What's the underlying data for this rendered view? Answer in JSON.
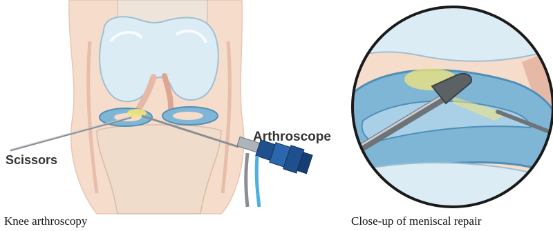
{
  "figure": {
    "left": {
      "caption": "Knee arthroscopy",
      "labels": {
        "scissors": "Scissors",
        "arthroscope": "Arthroscope"
      }
    },
    "right": {
      "caption": "Close-up of meniscal repair"
    }
  },
  "colors": {
    "bone": "#dcecf5",
    "bone_outline": "#9fbfd2",
    "tissue": "#f5dccb",
    "ligament": "#e6b9a6",
    "meniscus": "#7fb6d6",
    "meniscus_dark": "#4f8fb6",
    "highlight": "#f3e47a",
    "instrument": "#8a8f94",
    "scope_blue": "#1f4f8c",
    "tube": "#4fb0dc"
  }
}
